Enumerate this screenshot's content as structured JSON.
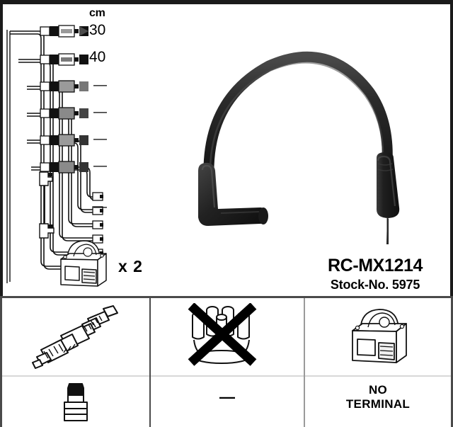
{
  "product": {
    "code": "RC-MX1214",
    "stock_label": "Stock-No. 5975",
    "quantity_label": "x 2"
  },
  "measurements": {
    "unit_header": "cm",
    "rows": [
      {
        "label": "30",
        "is_dash": false
      },
      {
        "label": "40",
        "is_dash": false
      },
      {
        "label": "—",
        "is_dash": true
      },
      {
        "label": "—",
        "is_dash": true
      },
      {
        "label": "—",
        "is_dash": true
      },
      {
        "label": "—",
        "is_dash": true
      }
    ]
  },
  "panels": [
    {
      "id": "spark-plug",
      "icon_name": "spark-plug-icon",
      "sub_icon_name": "rubber-boot-terminal-icon",
      "caption": ""
    },
    {
      "id": "distributor-cap",
      "icon_name": "distributor-cap-crossed-out-icon",
      "sub_icon_name": "dash-icon",
      "caption": "—"
    },
    {
      "id": "ignition-coil",
      "icon_name": "ignition-coil-icon",
      "sub_icon_name": "",
      "caption_line1": "NO",
      "caption_line2": "TERMINAL"
    }
  ],
  "colors": {
    "ink": "#000000",
    "frame": "#1a1a1a",
    "divider": "#4a4a4a",
    "divider_light": "#d8d8d8",
    "cable_black": "#262626",
    "cable_highlight": "#555555",
    "background": "#ffffff"
  }
}
